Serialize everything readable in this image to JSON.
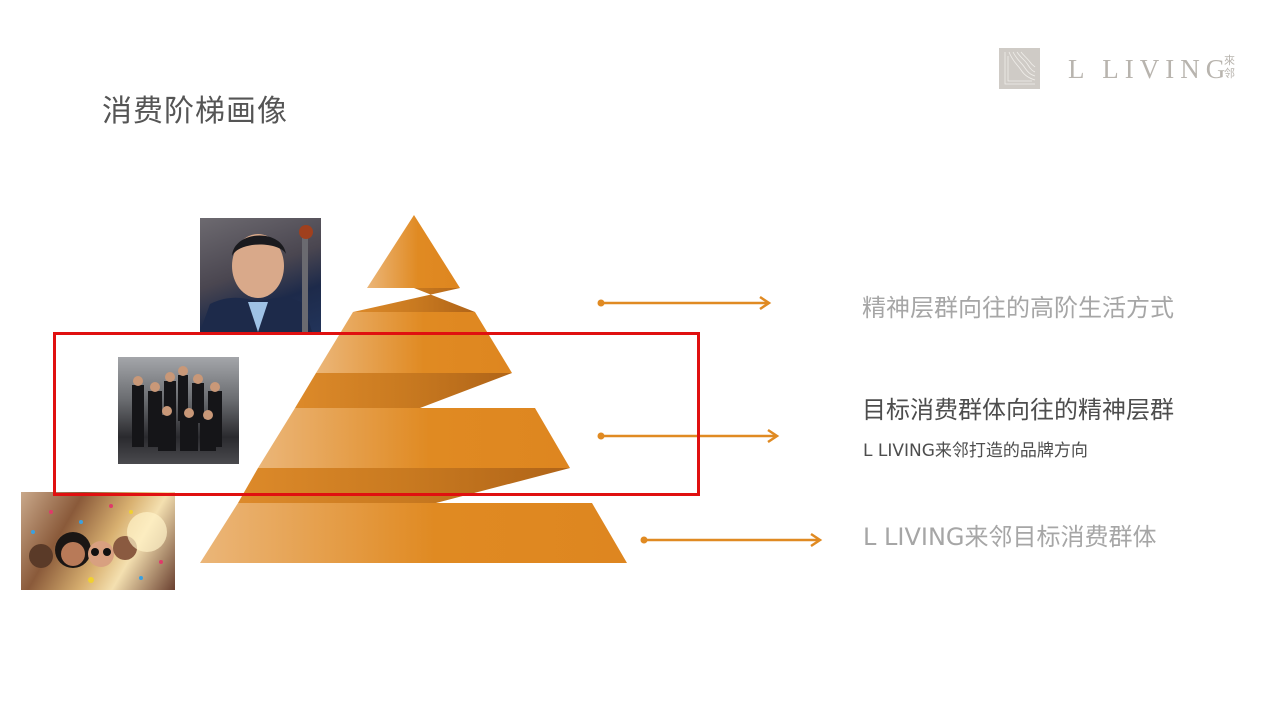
{
  "page": {
    "title": "消费阶梯画像"
  },
  "logo": {
    "wordmark": "L LIVING",
    "cn_mark": "來邻",
    "mark_color": "#cfcbc6"
  },
  "pyramid": {
    "tiers": 4,
    "color_light": "#e8b06a",
    "color_main": "#e08a22",
    "color_dark": "#b86a18"
  },
  "levels": [
    {
      "label": "精神层群向往的高阶生活方式",
      "photo": "portrait-cellist",
      "arrow_color": "#e08a22"
    },
    {
      "label": "目标消费群体向往的精神层群",
      "sublabel": "L LIVING来邻打造的品牌方向",
      "photo": "group-photo-formal",
      "arrow_color": "#e08a22",
      "highlighted": true
    },
    {
      "label": "L LIVING来邻目标消费群体",
      "photo": "party-crowd-photo",
      "arrow_color": "#e08a22"
    }
  ],
  "highlight": {
    "color": "#e01010"
  }
}
